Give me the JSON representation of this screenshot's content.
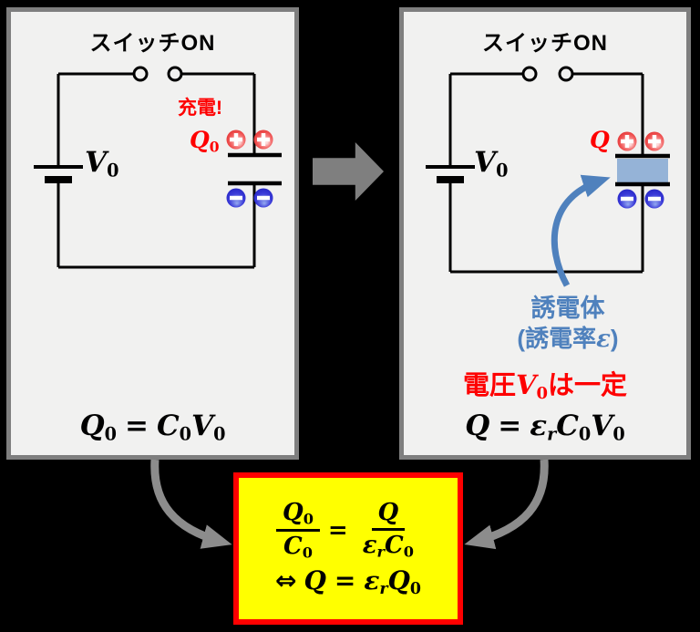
{
  "colors": {
    "background": "#000000",
    "panel_bg": "#f1f1f0",
    "panel_border": "#7f7f7f",
    "accent_red": "#fe0000",
    "accent_blue": "#4f81bd",
    "dielectric_fill": "#95b3d7",
    "arrow_gray": "#8c8c8c",
    "result_box_bg": "#ffff00",
    "result_box_border": "#fe0000"
  },
  "left_panel": {
    "title": "スイッチON",
    "charging_label": "充電!",
    "q_label": {
      "base": "Q",
      "sub": "0"
    },
    "v_label": {
      "base": "V",
      "sub": "0"
    },
    "formula": {
      "lhs_base": "Q",
      "lhs_sub": "0",
      "eq": "=",
      "t1_base": "C",
      "t1_sub": "0",
      "t2_base": "V",
      "t2_sub": "0"
    }
  },
  "right_panel": {
    "title": "スイッチON",
    "q_label": {
      "base": "Q"
    },
    "v_label": {
      "base": "V",
      "sub": "0"
    },
    "dielectric_label": "誘電体",
    "permittivity": {
      "open": "(誘電率",
      "symbol": "ε",
      "close": ")"
    },
    "voltage_note": {
      "prefix": "電圧",
      "v_base": "V",
      "v_sub": "0",
      "suffix": "は一定"
    },
    "formula": {
      "lhs_base": "Q",
      "eq": "=",
      "t1_base": "ε",
      "t1_sub": "r",
      "t2_base": "C",
      "t2_sub": "0",
      "t3_base": "V",
      "t3_sub": "0"
    }
  },
  "result_box": {
    "frac1": {
      "num_base": "Q",
      "num_sub": "0",
      "den_base": "C",
      "den_sub": "0"
    },
    "eq": "=",
    "frac2": {
      "num_base": "Q",
      "den_t1_base": "ε",
      "den_t1_sub": "r",
      "den_t2_base": "C",
      "den_t2_sub": "0"
    },
    "line2": {
      "iff": "⇔",
      "lhs": "Q",
      "eq": "=",
      "t1_base": "ε",
      "t1_sub": "r",
      "t2_base": "Q",
      "t2_sub": "0"
    }
  }
}
